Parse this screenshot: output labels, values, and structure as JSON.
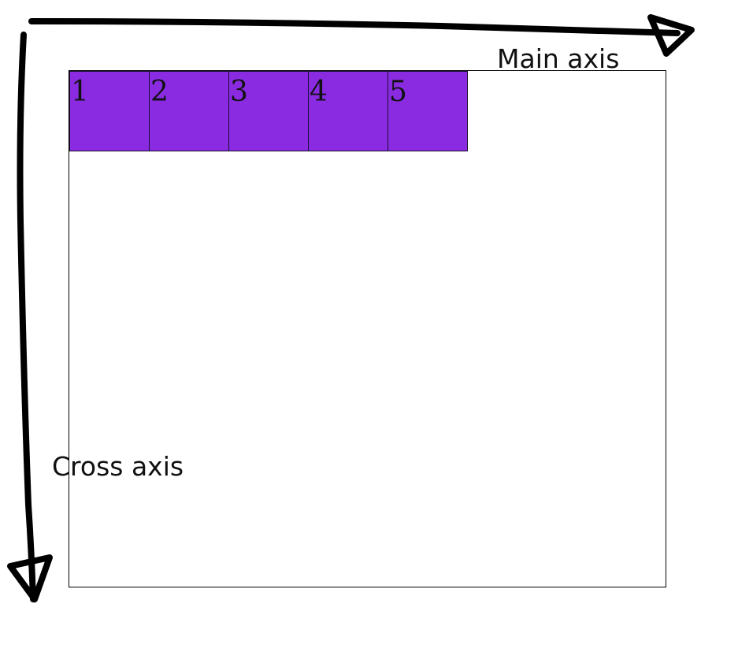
{
  "diagram": {
    "main_axis_label": "Main axis",
    "cross_axis_label": "Cross axis",
    "items": [
      {
        "label": "1"
      },
      {
        "label": "2"
      },
      {
        "label": "3"
      },
      {
        "label": "4"
      },
      {
        "label": "5"
      }
    ],
    "colors": {
      "item_fill": "#8a2be2",
      "item_border": "#1a1030",
      "axis_stroke": "#000000",
      "container_border": "#000000"
    }
  }
}
